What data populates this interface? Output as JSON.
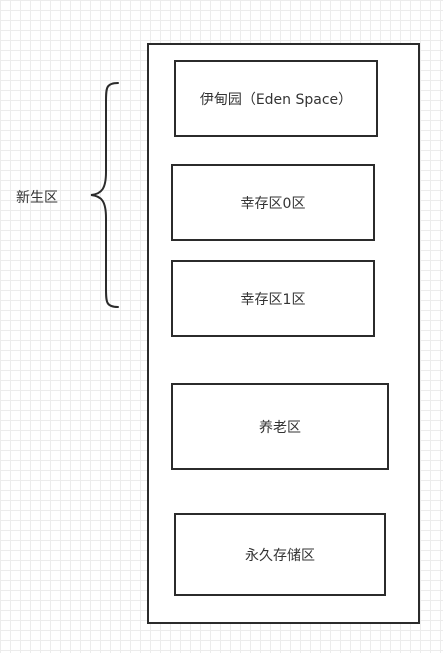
{
  "diagram": {
    "young_generation_label": "新生区",
    "boxes": {
      "eden": "伊甸园（Eden Space）",
      "survivor0": "幸存区0区",
      "survivor1": "幸存区1区",
      "old": "养老区",
      "permanent": "永久存储区"
    },
    "colors": {
      "stroke": "#2b2b2b",
      "text": "#333333",
      "grid": "#ececec"
    }
  }
}
